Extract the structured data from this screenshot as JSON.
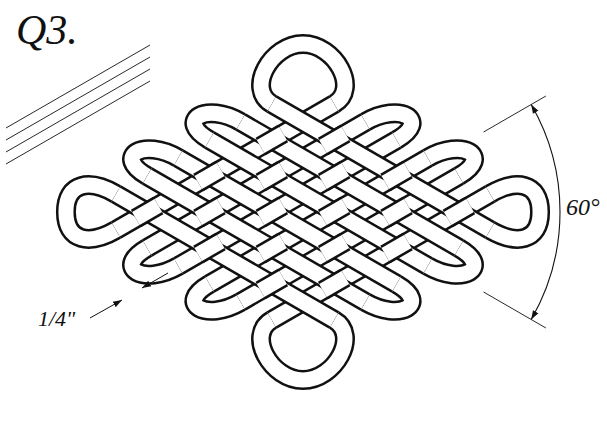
{
  "diagram": {
    "labels": [
      "Q3.",
      "60°",
      "1/4\""
    ]
  }
}
